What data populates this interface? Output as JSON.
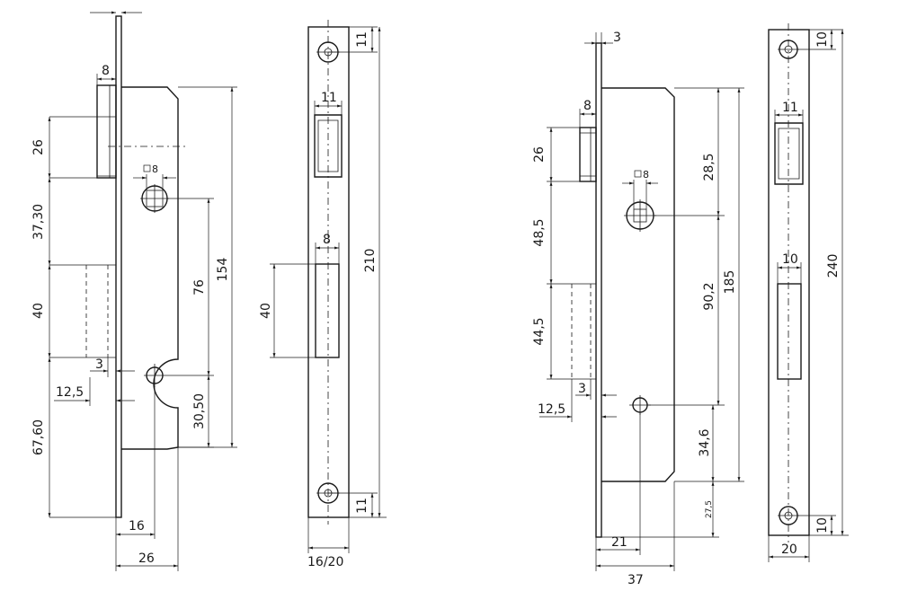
{
  "drawing_a": {
    "lock_body": {
      "dim_face_thickness": "8",
      "dim_latch": "26",
      "dim_latch_to_spindle": "37,30",
      "dim_bolt": "40",
      "dim_lower": "67,60",
      "dim_spindle_square": "8",
      "dim_spindle_to_keyhole": "76",
      "dim_body_height": "154",
      "dim_keyhole_to_bottom": "30,50",
      "dim_bolt_throw": "3",
      "dim_face_offset": "12,5",
      "dim_backset": "16",
      "dim_body_depth": "26"
    },
    "strike_plate": {
      "dim_top_hole": "11",
      "dim_latch_opening": "11",
      "dim_bolt_opening_width": "8",
      "dim_bolt_opening_height": "40",
      "dim_plate_height": "210",
      "dim_bottom_hole": "11",
      "dim_plate_width": "16/20"
    }
  },
  "drawing_b": {
    "lock_body": {
      "dim_face_thickness": "3",
      "dim_latch_width": "8",
      "dim_latch": "26",
      "dim_spindle_square": "8",
      "dim_top_to_spindle": "28,5",
      "dim_latch_to_spindle": "48,5",
      "dim_bolt": "44,5",
      "dim_spindle_to_keyhole": "90,2",
      "dim_body_height": "185",
      "dim_bolt_throw": "3",
      "dim_face_offset": "12,5",
      "dim_keyhole_to_bottom": "34,6",
      "dim_bottom_clearance": "27,5",
      "dim_backset": "21",
      "dim_body_depth": "37"
    },
    "strike_plate": {
      "dim_top_hole": "10",
      "dim_latch_opening": "11",
      "dim_bolt_opening_width": "10",
      "dim_plate_height": "240",
      "dim_bottom_hole": "10",
      "dim_plate_width": "20"
    }
  }
}
